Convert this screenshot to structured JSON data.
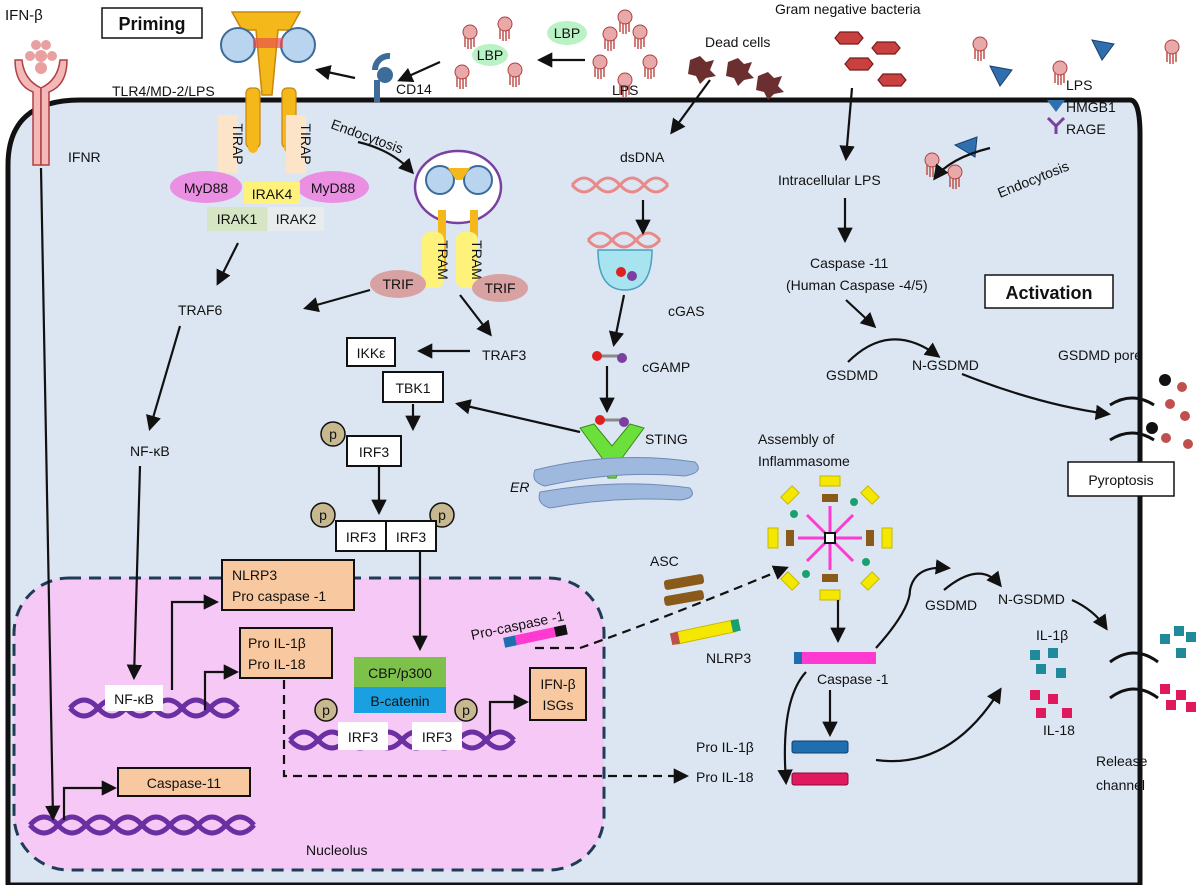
{
  "sections": {
    "priming": "Priming",
    "activation": "Activation"
  },
  "extracellular": {
    "ifn_beta": "IFN-β",
    "lbp_a": "LBP",
    "lbp_b": "LBP",
    "lps_top": "LPS",
    "dead_cells": "Dead cells",
    "gram_negative": "Gram negative bacteria",
    "cd14": "CD14",
    "tlr4_complex": "TLR4/MD-2/LPS",
    "legend_lps": "LPS",
    "legend_hmgb1": "HMGB1",
    "legend_rage": "RAGE"
  },
  "membrane": {
    "ifnr": "IFNR",
    "tirap_left": "TIRAP",
    "tirap_right": "TIRAP",
    "myd88_left": "MyD88",
    "myd88_right": "MyD88",
    "irak4": "IRAK4",
    "irak1": "IRAK1",
    "irak2": "IRAK2",
    "endocytosis_left": "Endocytosis",
    "endocytosis_right": "Endocytosis",
    "tram_left": "TRAM",
    "tram_right": "TRAM",
    "trif_left": "TRIF",
    "trif_right": "TRIF"
  },
  "cytoplasm": {
    "traf6": "TRAF6",
    "traf3": "TRAF3",
    "ikke": "IKKε",
    "tbk1": "TBK1",
    "nfkb": "NF-κB",
    "p_mark": "p",
    "irf3_single": "IRF3",
    "irf3_dimer_a": "IRF3",
    "irf3_dimer_b": "IRF3",
    "dsdna": "dsDNA",
    "cgas": "cGAS",
    "cgamp": "cGAMP",
    "sting": "STING",
    "er": "ER",
    "intracellular_lps": "Intracellular LPS",
    "caspase11_line1": "Caspase -11",
    "caspase11_line2": "(Human Caspase -4/5)",
    "gsdmd_top": "GSDMD",
    "ngsdmd_top": "N-GSDMD",
    "gsdmd_pore": "GSDMD pore",
    "pyroptosis": "Pyroptosis",
    "assembly_line1": "Assembly of",
    "assembly_line2": "Inflammasome",
    "asc": "ASC",
    "pro_caspase1": "Pro-caspase -1",
    "nlrp3": "NLRP3",
    "caspase1": "Caspase -1",
    "gsdmd_bottom": "GSDMD",
    "ngsdmd_bottom": "N-GSDMD",
    "il1b": "IL-1β",
    "il18": "IL-18",
    "pro_il1b": "Pro IL-1β",
    "pro_il18": "Pro IL-18",
    "release_line1": "Release",
    "release_line2": "channel"
  },
  "nucleus": {
    "nlrp3_line1": "NLRP3",
    "nlrp3_line2": "Pro caspase -1",
    "proil_line1": "Pro IL-1β",
    "proil_line2": "Pro IL-18",
    "nfkb": "NF-κB",
    "cbp": "CBP/p300",
    "bcatenin": "B-catenin",
    "irf3_a": "IRF3",
    "irf3_b": "IRF3",
    "ifnb_line1": "IFN-β",
    "ifnb_line2": "ISGs",
    "caspase11": "Caspase-11",
    "nucleolus": "Nucleolus"
  },
  "colors": {
    "cell": "#dce6f2",
    "nucleus": "#f6c8f6",
    "gene_box": "#f8c9a0",
    "dna": "#6a2fa0",
    "myd88": "#ea8fe2",
    "trif": "#d9a2a2",
    "tirap": "#fce4c8",
    "irak4": "#fff27a",
    "irak1": "#d6e6c4",
    "lbp": "#b9f2c4",
    "cbp": "#7dc04a",
    "bcatenin": "#1aa0e0",
    "il1b": "#1e8a9a",
    "il18": "#e0185e"
  }
}
